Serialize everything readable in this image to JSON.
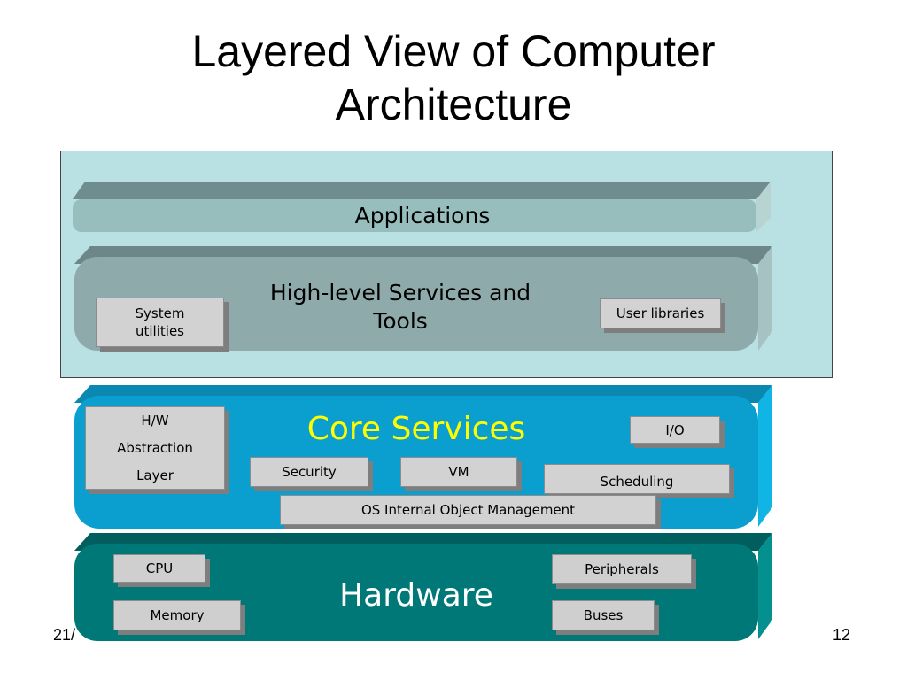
{
  "title": {
    "line1": "Layered View of Computer",
    "line2": "Architecture"
  },
  "layers": {
    "applications": {
      "label": "Applications"
    },
    "high_level": {
      "label_line1": "High-level Services and",
      "label_line2": "Tools",
      "components": {
        "system_utilities_line1": "System",
        "system_utilities_line2": "utilities",
        "user_libraries": "User libraries"
      }
    },
    "core_services": {
      "label": "Core Services",
      "components": {
        "hw_abstraction_line1": "H/W",
        "hw_abstraction_line2": "Abstraction",
        "hw_abstraction_line3": "Layer",
        "io": "I/O",
        "security": "Security",
        "vm": "VM",
        "scheduling": "Scheduling",
        "os_internal": "OS Internal Object Management"
      }
    },
    "hardware": {
      "label": "Hardware",
      "components": {
        "cpu": "CPU",
        "memory": "Memory",
        "peripherals": "Peripherals",
        "buses": "Buses"
      }
    }
  },
  "footer": {
    "date": "21/",
    "page": "12"
  },
  "colors": {
    "outer_box": "#b9e0e2",
    "applications": "#97bebd",
    "high_level": "#8eaaab",
    "core_services": "#0a9fcf",
    "core_label": "#ffff00",
    "hardware": "#007877"
  }
}
